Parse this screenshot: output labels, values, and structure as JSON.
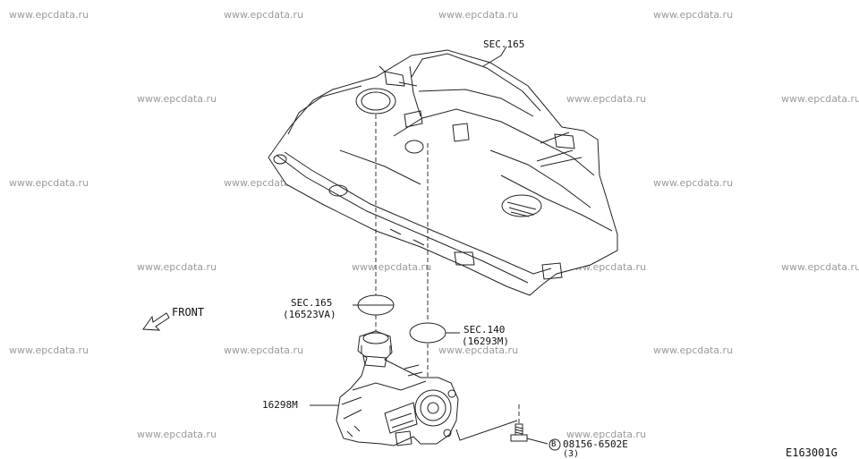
{
  "watermark": "www.epcdata.ru",
  "labels": {
    "sec165_top": "SEC.165",
    "front": "FRONT",
    "sec165_gasket": "SEC.165",
    "sec165_gasket_part": "(16523VA)",
    "sec140": "SEC.140",
    "sec140_part": "(16293M)",
    "throttle_part": "16298M",
    "bolt_part": "08156-6502E",
    "bolt_qty": "(3)",
    "bolt_marker": "B",
    "figure_id": "E163001G"
  }
}
